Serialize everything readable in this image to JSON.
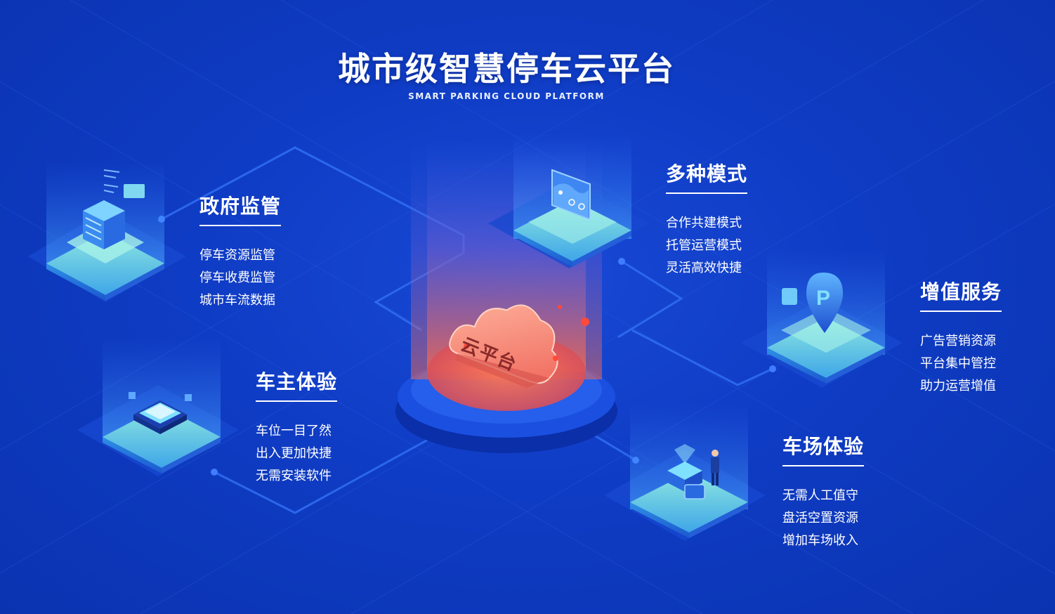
{
  "header": {
    "title": "城市级智慧停车云平台",
    "subtitle": "SMART PARKING CLOUD PLATFORM"
  },
  "center": {
    "cloud_label": "云平台"
  },
  "blocks": [
    {
      "key": "gov",
      "title": "政府监管",
      "items": [
        "停车资源监管",
        "停车收费监管",
        "城市车流数据"
      ]
    },
    {
      "key": "owner",
      "title": "车主体验",
      "items": [
        "车位一目了然",
        "出入更加快捷",
        "无需安装软件"
      ]
    },
    {
      "key": "modes",
      "title": "多种模式",
      "items": [
        "合作共建模式",
        "托管运营模式",
        "灵活高效快捷"
      ]
    },
    {
      "key": "value",
      "title": "增值服务",
      "items": [
        "广告营销资源",
        "平台集中管控",
        "助力运营增值"
      ]
    },
    {
      "key": "lot",
      "title": "车场体验",
      "items": [
        "无需人工值守",
        "盘活空置资源",
        "增加车场收入"
      ]
    }
  ],
  "icons": {
    "parking_letter": "P"
  },
  "colors": {
    "background": "#0f3cc4",
    "platform_top": "#7fe0d8",
    "cloud": "#f27a6a",
    "glow": "#ff6a4a"
  }
}
